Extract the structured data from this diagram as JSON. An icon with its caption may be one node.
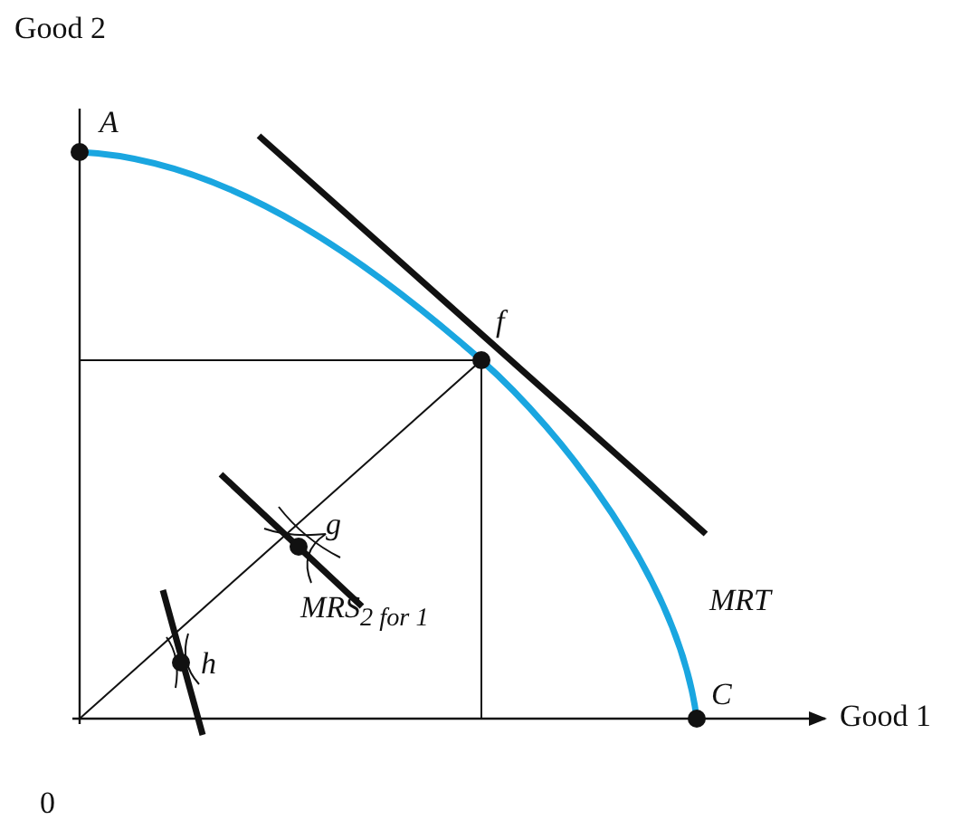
{
  "diagram": {
    "labels": [
      "Good 2",
      "A",
      "f",
      "g",
      "h",
      "MRT",
      "MRS$_{2 for 1}$",
      "C",
      "Good 1",
      "0"
    ]
  }
}
